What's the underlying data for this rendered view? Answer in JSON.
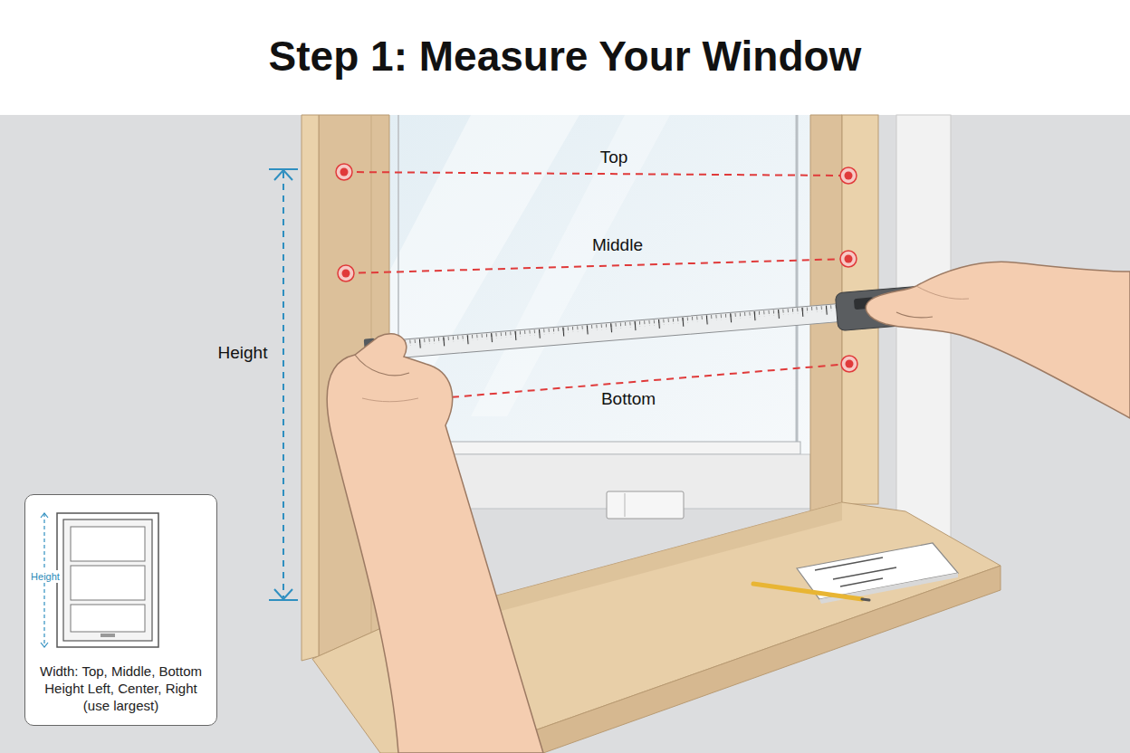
{
  "diagram": {
    "title": "Step 1: Measure Your Window",
    "nodes": [
      {
        "text": [
          "Height",
          "Width: Top, Middle, Bottom",
          "Height Left, Center, Right (use largest)"
        ]
      }
    ],
    "labels": [
      "Top",
      "Middle",
      "Bottom",
      "Height"
    ]
  }
}
